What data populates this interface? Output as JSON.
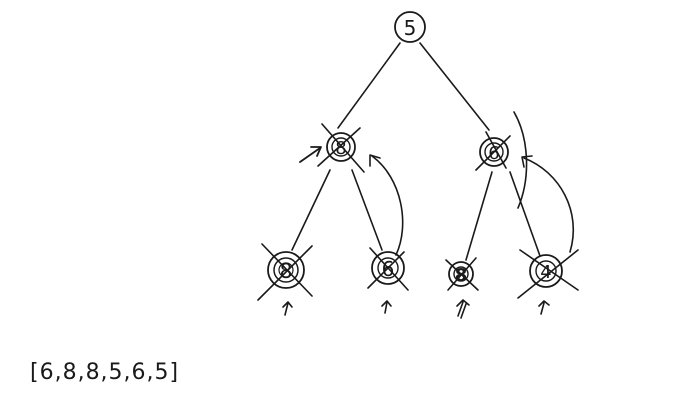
{
  "tree": {
    "nodes": [
      {
        "id": "root",
        "label": "5",
        "crossed": false
      },
      {
        "id": "left",
        "label": "8",
        "crossed": true
      },
      {
        "id": "right",
        "label": "6",
        "crossed": true
      },
      {
        "id": "leaf1",
        "label": "8",
        "crossed": true
      },
      {
        "id": "leaf2",
        "label": "6",
        "crossed": true
      },
      {
        "id": "leaf3",
        "label": "8",
        "crossed": true
      },
      {
        "id": "leaf4",
        "label": "4",
        "crossed": true
      }
    ]
  },
  "array": {
    "text": "[6,8,8,5,6,5]"
  }
}
